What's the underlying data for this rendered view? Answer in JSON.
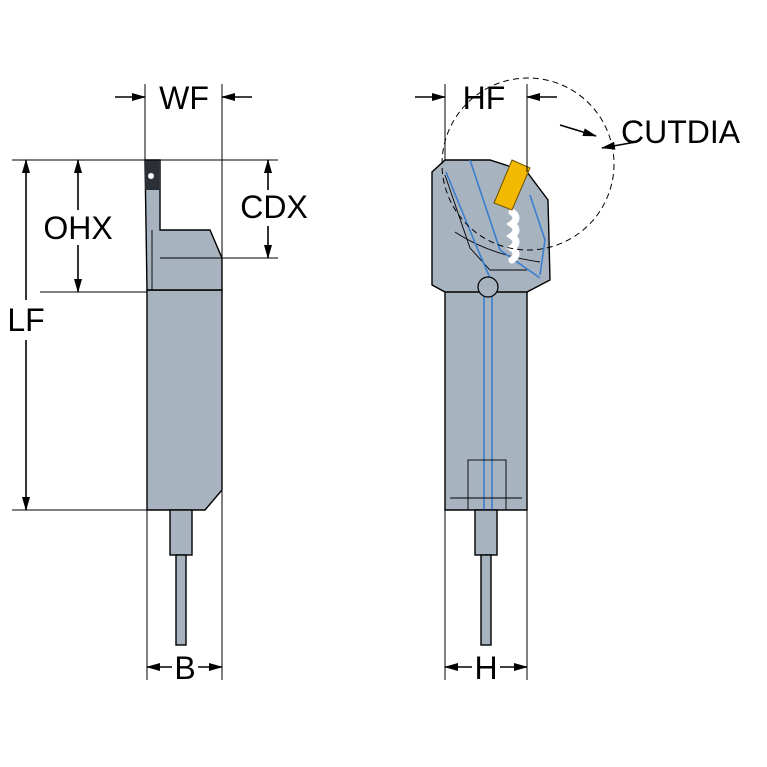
{
  "title": "Tool holder dimension drawing",
  "labels": {
    "wf": "WF",
    "hf": "HF",
    "cutdia": "CUTDIA",
    "ohx": "OHX",
    "cdx": "CDX",
    "lf": "LF",
    "b": "B",
    "h": "H"
  },
  "colors": {
    "body": "#a8b3c0",
    "body_shade": "#8f9aa8",
    "insert": "#f3b800",
    "coolant": "#3a7fd0",
    "line": "#000000"
  }
}
